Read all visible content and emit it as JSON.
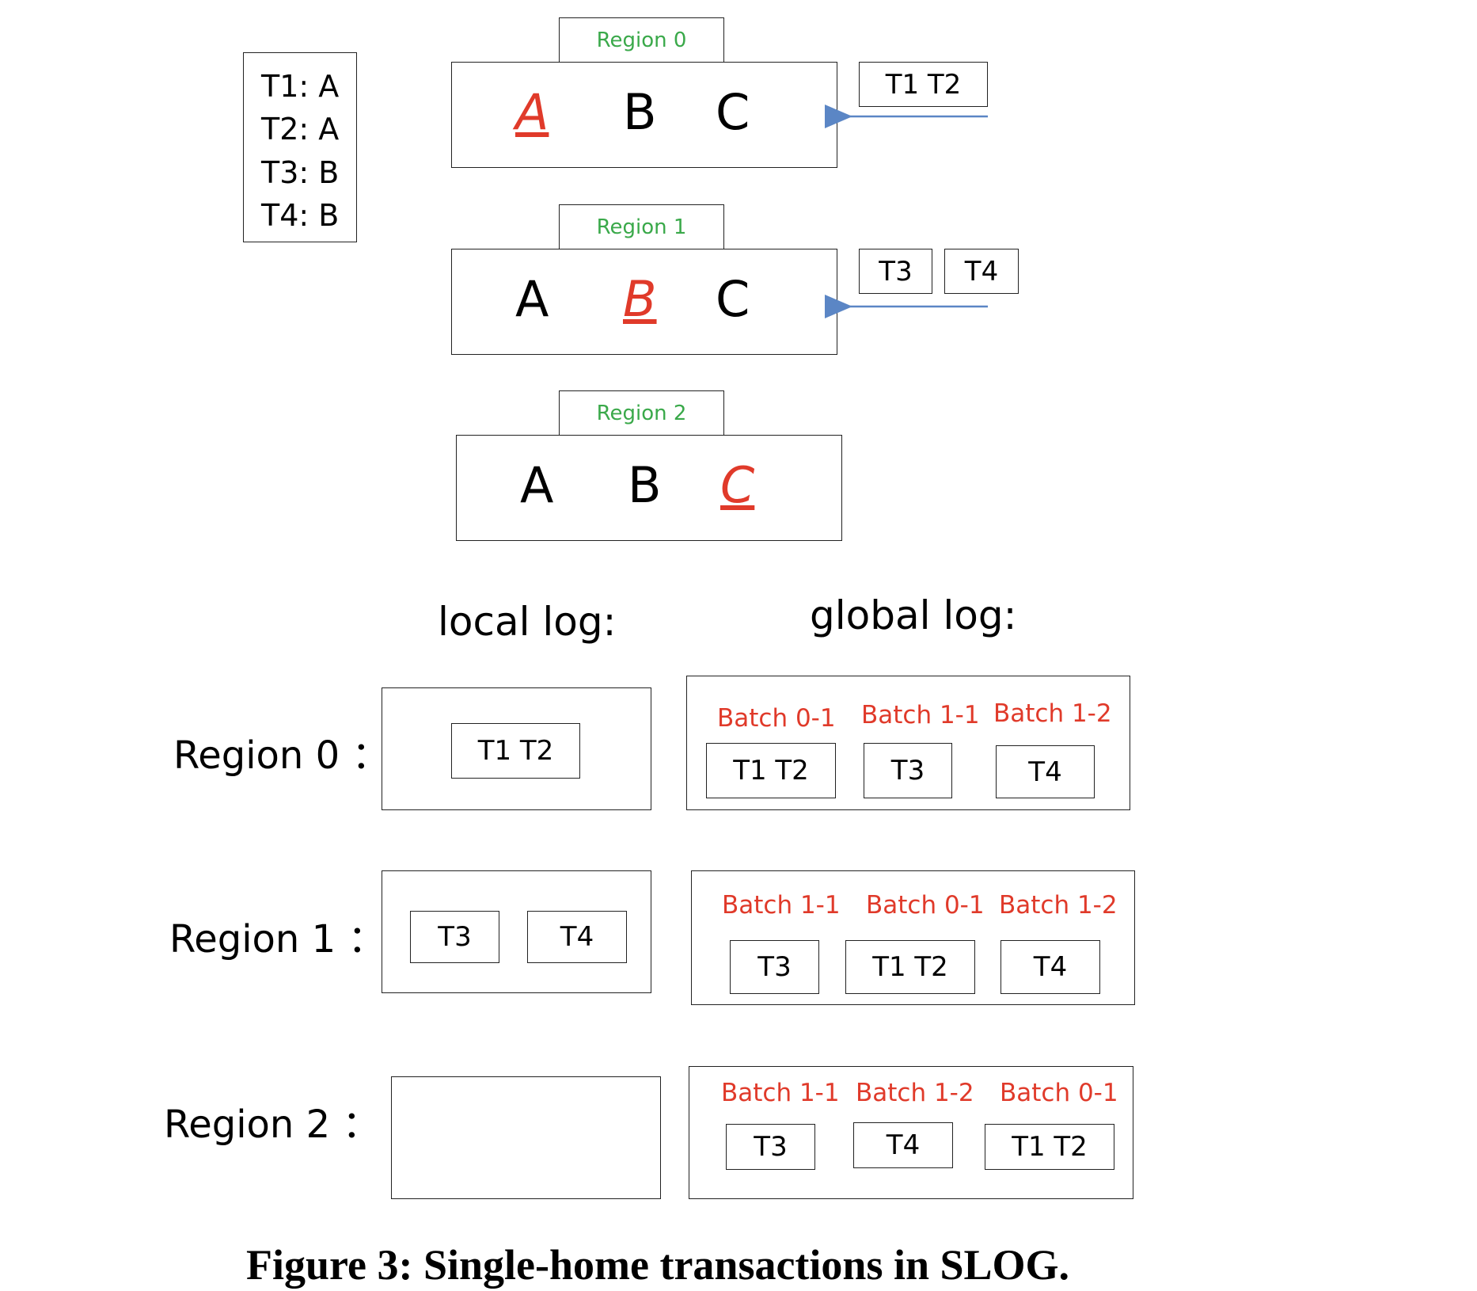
{
  "legend": [
    "T1:  A",
    "T2:  A",
    "T3:  B",
    "T4:  B"
  ],
  "regions_top": [
    {
      "tab": "Region  0",
      "items": [
        "A",
        "B",
        "C"
      ],
      "highlight": 0,
      "queue": [
        "T1  T2"
      ]
    },
    {
      "tab": "Region  1",
      "items": [
        "A",
        "B",
        "C"
      ],
      "highlight": 1,
      "queue": [
        "T3",
        "T4"
      ]
    },
    {
      "tab": "Region  2",
      "items": [
        "A",
        "B",
        "C"
      ],
      "highlight": 2,
      "queue": []
    }
  ],
  "headers": {
    "local": "local log:",
    "global": "global log:"
  },
  "rows": [
    {
      "label": "Region 0 ：",
      "local": [
        "T1  T2"
      ],
      "global": [
        {
          "batch": "Batch  0-1",
          "txn": "T1  T2"
        },
        {
          "batch": "Batch  1-1",
          "txn": "T3"
        },
        {
          "batch": "Batch 1-2",
          "txn": "T4"
        }
      ]
    },
    {
      "label": "Region 1 ：",
      "local": [
        "T3",
        "T4"
      ],
      "global": [
        {
          "batch": "Batch  1-1",
          "txn": "T3"
        },
        {
          "batch": "Batch  0-1",
          "txn": "T1  T2"
        },
        {
          "batch": "Batch 1-2",
          "txn": "T4"
        }
      ]
    },
    {
      "label": "Region 2 ：",
      "local": [],
      "global": [
        {
          "batch": "Batch  1-1",
          "txn": "T3"
        },
        {
          "batch": "Batch  1-2",
          "txn": "T4"
        },
        {
          "batch": "Batch 0-1",
          "txn": "T1  T2"
        }
      ]
    }
  ],
  "caption": "Figure 3: Single-home transactions in SLOG.",
  "colors": {
    "region_tab": "#3aa94a",
    "highlight": "#e03a2a",
    "arrow": "#5b86c5"
  }
}
